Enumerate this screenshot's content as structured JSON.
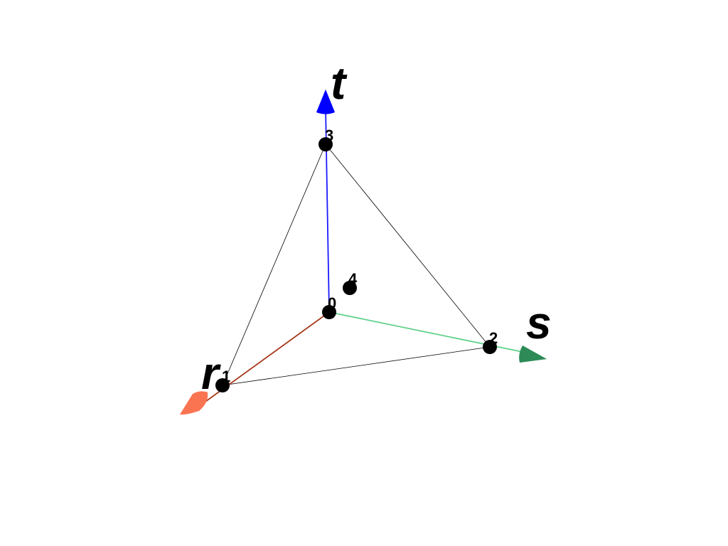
{
  "axes": {
    "r": {
      "label": "r",
      "color": "#fa7452",
      "line_color": "#a83a1c"
    },
    "s": {
      "label": "s",
      "color": "#3cb371",
      "line_color": "#5fd08a"
    },
    "t": {
      "label": "t",
      "color": "#0000ff",
      "line_color": "#1a1aff"
    }
  },
  "nodes": [
    {
      "id": "0",
      "label": "0"
    },
    {
      "id": "1",
      "label": "1"
    },
    {
      "id": "2",
      "label": "2"
    },
    {
      "id": "3",
      "label": "3"
    },
    {
      "id": "4",
      "label": "4"
    }
  ],
  "edges": [
    [
      "1",
      "2"
    ],
    [
      "1",
      "3"
    ],
    [
      "2",
      "3"
    ]
  ],
  "colors": {
    "background": "#ffffff",
    "edge": "#000000",
    "node": "#000000"
  }
}
